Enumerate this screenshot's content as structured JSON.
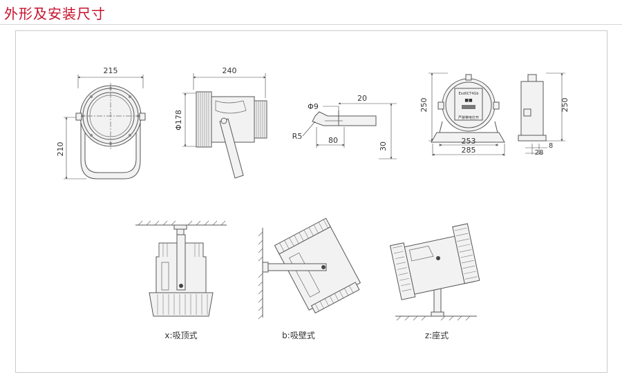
{
  "header": {
    "title": "外形及安装尺寸"
  },
  "dims": {
    "front_width": "215",
    "front_height": "210",
    "side_length": "240",
    "side_diameter": "Φ178",
    "bracket_hole": "Φ9",
    "bracket_offset": "20",
    "bracket_radius": "R5",
    "bracket_length": "80",
    "bracket_height": "30",
    "box_height_front": "250",
    "box_width_inner": "253",
    "box_width_outer": "285",
    "box_height_side": "250",
    "box_foot_a": "8",
    "box_foot_b": "28"
  },
  "box_labels": {
    "brand": "ExdIICT4Gb",
    "mark": "■■",
    "caption": "严禁带电打开"
  },
  "mount_labels": {
    "ceiling": "x:吸顶式",
    "wall": "b:吸壁式",
    "seat": "z:座式"
  },
  "colors": {
    "title": "#c8102e",
    "line": "#555555",
    "frame": "#c9c9c9"
  }
}
